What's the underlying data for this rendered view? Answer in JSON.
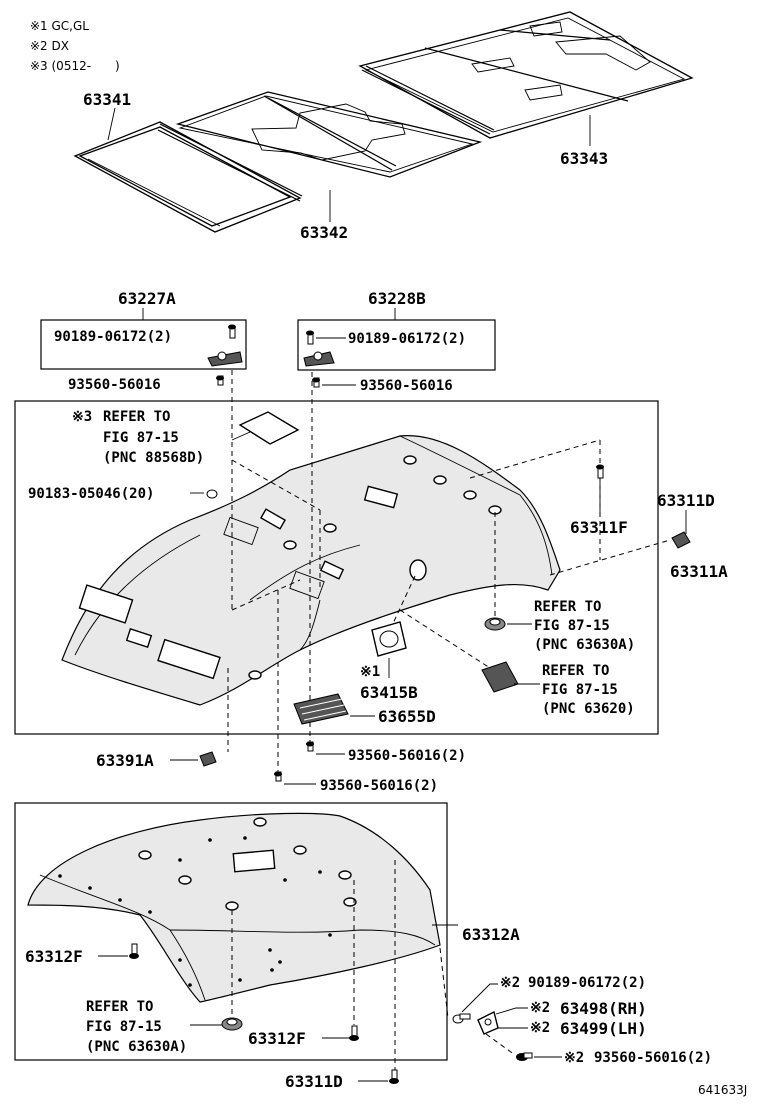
{
  "notes": [
    "※1 GC,GL",
    "※2 DX",
    "※3 (0512-　　)"
  ],
  "labels": {
    "p63341": "63341",
    "p63342": "63342",
    "p63343": "63343",
    "p63227A": "63227A",
    "p63228B": "63228B",
    "a_bolt": "90189-06172(2)",
    "a_clip": "93560-56016",
    "b_bolt": "90189-06172(2)",
    "b_clip": "93560-56016",
    "ref3_mark": "※3",
    "ref3_l1": "REFER TO",
    "ref3_l2": "FIG 87-15",
    "ref3_l3": "(PNC 88568D)",
    "clip20": "90183-05046(20)",
    "p63311F": "63311F",
    "p63311D_top": "63311D",
    "p63311A": "63311A",
    "refA_l1": "REFER TO",
    "refA_l2": "FIG 87-15",
    "refA_l3": "(PNC 63630A)",
    "refB_l1": "REFER TO",
    "refB_l2": "FIG 87-15",
    "refB_l3": "(PNC 63620)",
    "p63415B_mark": "※1",
    "p63415B": "63415B",
    "p63655D": "63655D",
    "p63391A": "63391A",
    "clip2a": "93560-56016(2)",
    "clip2b": "93560-56016(2)",
    "p63312A": "63312A",
    "p63312F_left": "63312F",
    "p63312F_mid": "63312F",
    "refC_l1": "REFER TO",
    "refC_l2": "FIG 87-15",
    "refC_l3": "(PNC 63630A)",
    "bot_bolt_mark": "※2",
    "bot_bolt": "90189-06172(2)",
    "p63498_mark": "※2",
    "p63498": "63498(RH)",
    "p63499_mark": "※2",
    "p63499": "63499(LH)",
    "bot_clip_mark": "※2",
    "bot_clip": "93560-56016(2)",
    "p63311D_bot": "63311D",
    "fig_code": "641633J"
  }
}
